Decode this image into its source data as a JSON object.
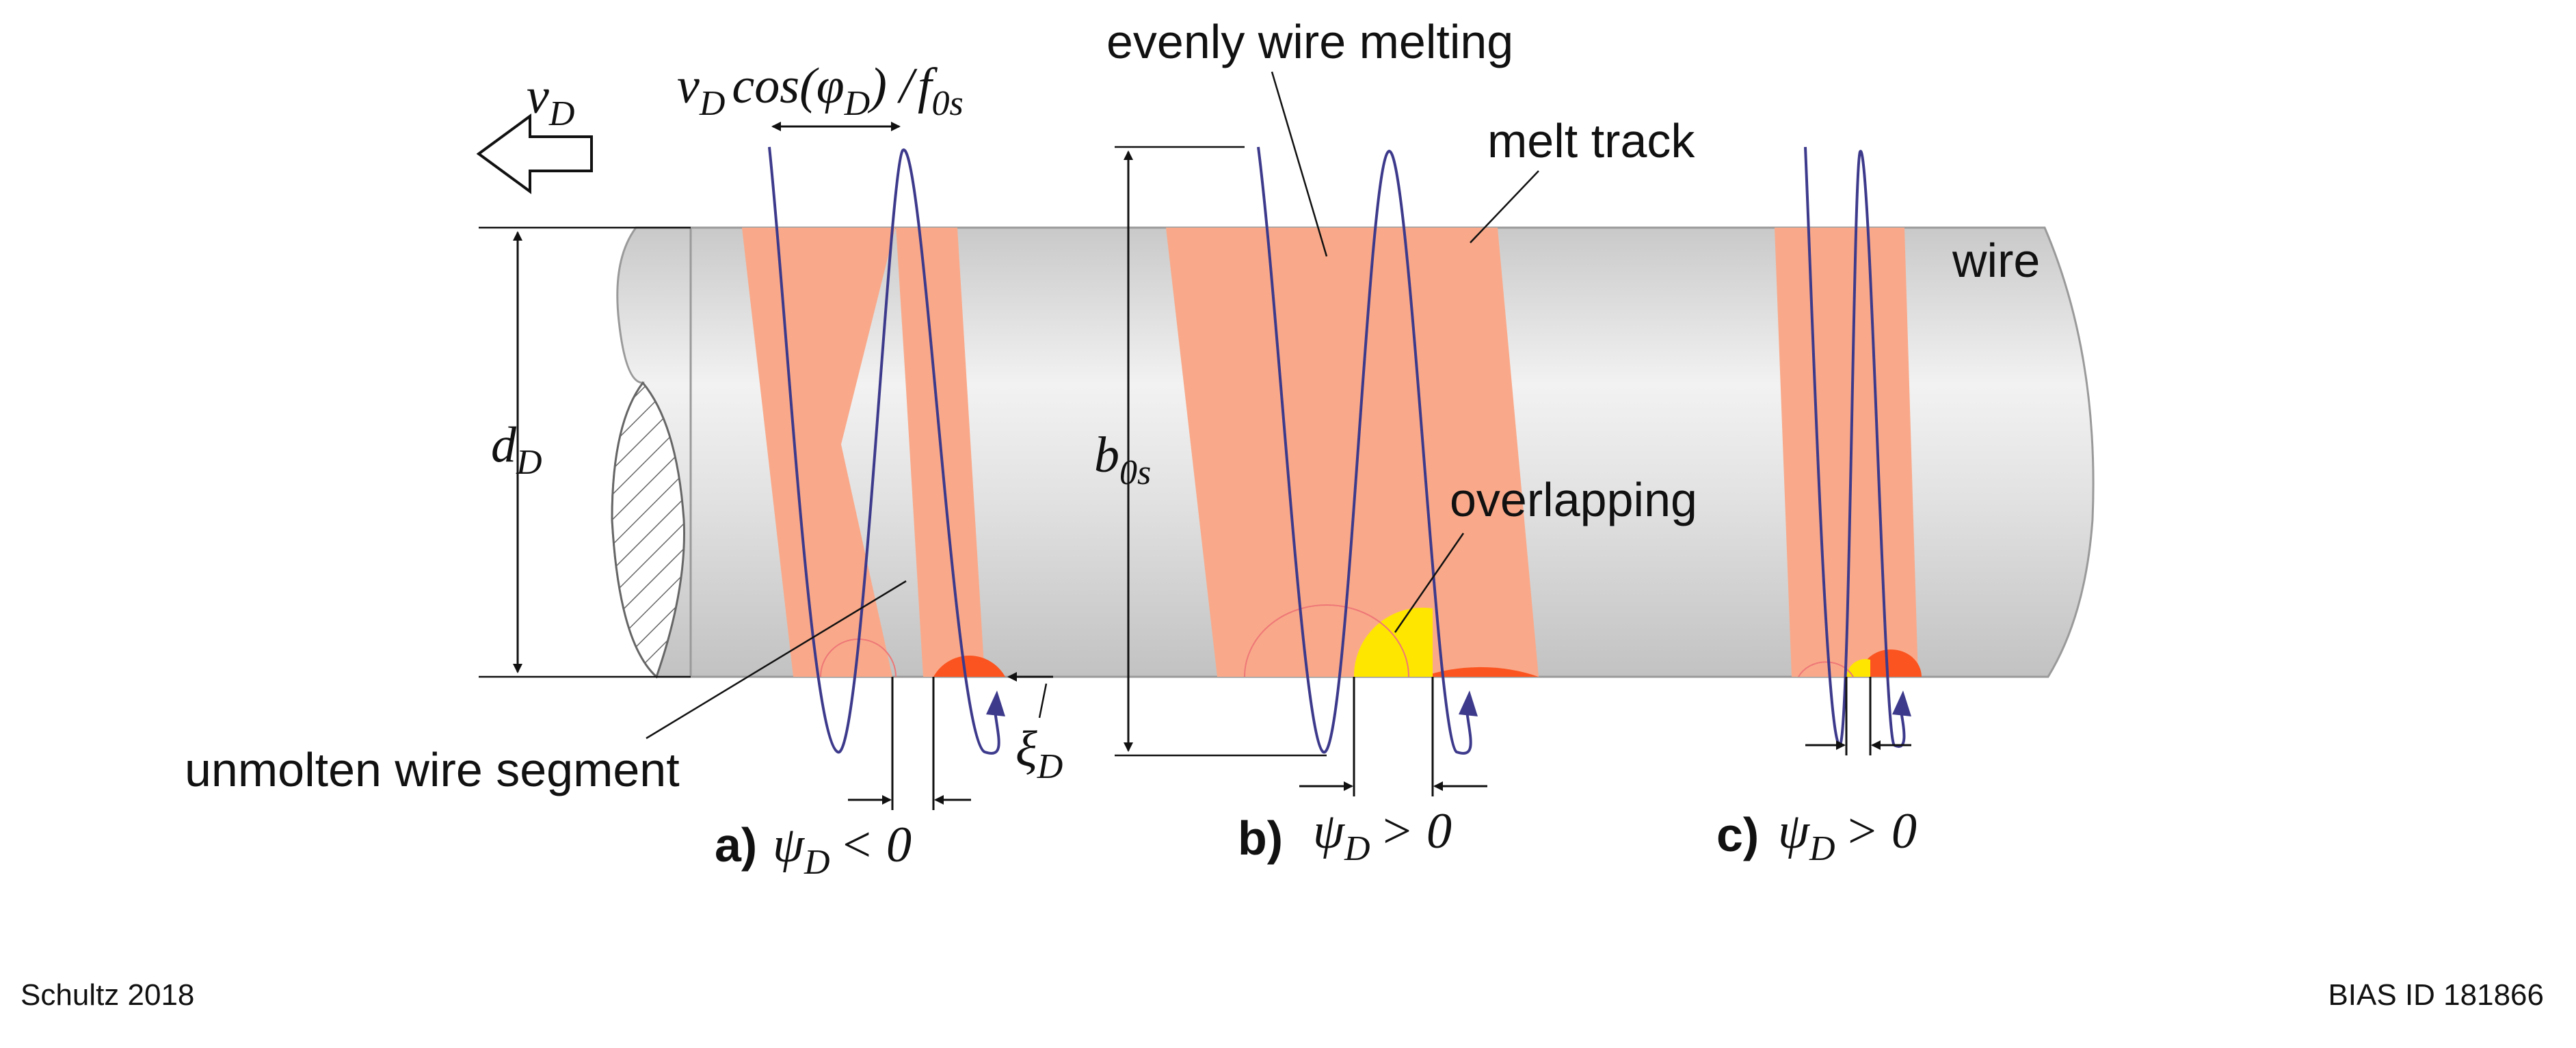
{
  "labels": {
    "evenly": "evenly wire melting",
    "melt_track": "melt track",
    "wire": "wire",
    "overlapping": "overlapping",
    "unmolten": "unmolten wire segment"
  },
  "math": {
    "vD_main": "v",
    "vD_sub": "D",
    "dD_main": "d",
    "dD_sub": "D",
    "b0s_main": "b",
    "b0s_sub": "0s",
    "xiD_main": "ξ",
    "xiD_sub": "D",
    "top_v": "v",
    "top_v_sub": "D",
    "top_cos": "cos(",
    "top_phi": "φ",
    "top_phi_sub": "D",
    "top_close": ") /",
    "top_f": "f",
    "top_f_sub": "0s"
  },
  "cases": [
    {
      "letter": "a)",
      "psi": "ψ",
      "psi_sub": "D",
      "relation": "< 0"
    },
    {
      "letter": "b)",
      "psi": "ψ",
      "psi_sub": "D",
      "relation": "> 0"
    },
    {
      "letter": "c)",
      "psi": "ψ",
      "psi_sub": "D",
      "relation": "> 0"
    }
  ],
  "footer": {
    "left": "Schultz 2018",
    "right": "BIAS ID 181866"
  },
  "colors": {
    "wire_light": "#ececec",
    "wire_dark": "#bdbdbd",
    "melt_track": "#f9a98a",
    "melt_pool": "#fb5420",
    "overlap": "#ffe600",
    "beam": "#3d3a8c"
  }
}
